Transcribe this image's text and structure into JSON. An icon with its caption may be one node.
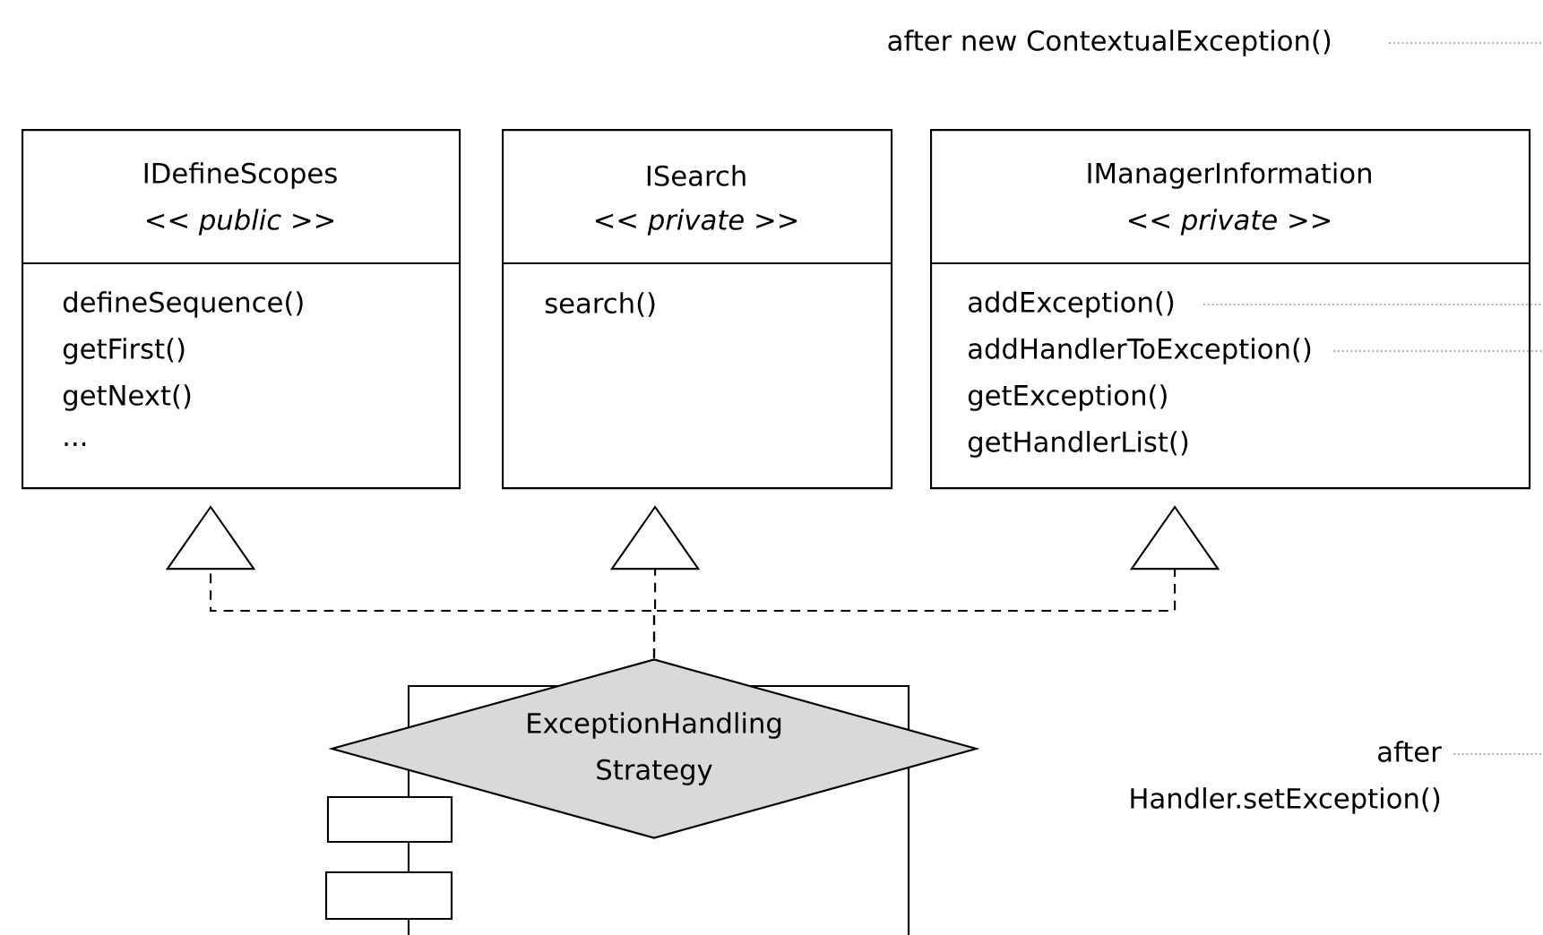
{
  "diagram": {
    "nodes": [
      {
        "text": [
          "IDefineScopes",
          "<< public >>",
          "defineSequence()",
          "getFirst()",
          "getNext()",
          "..."
        ]
      },
      {
        "text": [
          "ISearch",
          "<< private >>",
          "search()"
        ]
      },
      {
        "text": [
          "IManagerInformation",
          "<< private >>",
          "addException()",
          "addHandlerToException()",
          "getException()",
          "getHandlerList()"
        ]
      },
      {
        "text": [
          "ExceptionHandling Strategy"
        ]
      },
      {
        "text": [],
        "shape": "box"
      },
      {
        "text": [
          "after new ContextualException()"
        ]
      },
      {
        "text": [
          "after Handler.setException()"
        ]
      }
    ],
    "edges": [
      {
        "from": 3,
        "to": 0,
        "arrow": "to",
        "style": "dashed",
        "color": "#000000"
      },
      {
        "from": 3,
        "to": 1,
        "arrow": "to",
        "style": "dashed",
        "color": "#000000"
      },
      {
        "from": 3,
        "to": 2,
        "arrow": "to",
        "style": "dashed",
        "color": "#000000"
      },
      {
        "from": 5,
        "to": null,
        "arrow": "none",
        "style": "dashed",
        "color": "#999999"
      },
      {
        "from": 2,
        "to": null,
        "arrow": "none",
        "style": "dashed",
        "color": "#999999"
      },
      {
        "from": 2,
        "to": null,
        "arrow": "none",
        "style": "dashed",
        "color": "#999999"
      },
      {
        "from": 6,
        "to": null,
        "arrow": "none",
        "style": "dashed",
        "color": "#999999"
      }
    ]
  }
}
